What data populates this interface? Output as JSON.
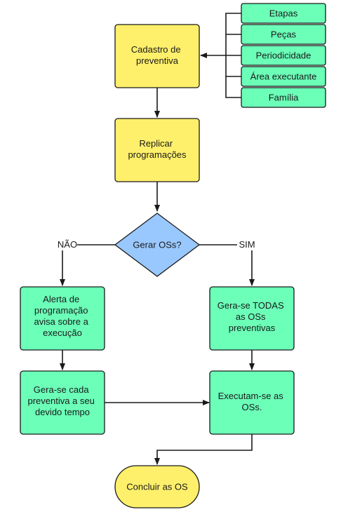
{
  "colors": {
    "yellow": "#FFF06B",
    "green": "#6BFFB8",
    "blue": "#99C8FF",
    "stroke": "#1a1a1a"
  },
  "attributes": [
    {
      "id": "etapas",
      "label": "Etapas"
    },
    {
      "id": "pecas",
      "label": "Peças"
    },
    {
      "id": "periodicidade",
      "label": "Periodicidade"
    },
    {
      "id": "area",
      "label": "Área executante"
    },
    {
      "id": "familia",
      "label": "Família"
    }
  ],
  "nodes": {
    "cadastro": [
      "Cadastro de",
      "preventiva"
    ],
    "replicar": [
      "Replicar",
      "programações"
    ],
    "decisao": [
      "Gerar OSs?"
    ],
    "alerta": [
      "Alerta de",
      "programação",
      "avisa sobre a",
      "execução"
    ],
    "gera_todas": [
      "Gera-se TODAS",
      "as OSs",
      "preventivas"
    ],
    "gera_cada": [
      "Gera-se cada",
      "preventiva a seu",
      "devido tempo"
    ],
    "executam": [
      "Executam-se  as",
      "OSs."
    ],
    "concluir": [
      "Concluir as OS"
    ]
  },
  "edge_labels": {
    "no": "NÃO",
    "yes": "SIM"
  }
}
